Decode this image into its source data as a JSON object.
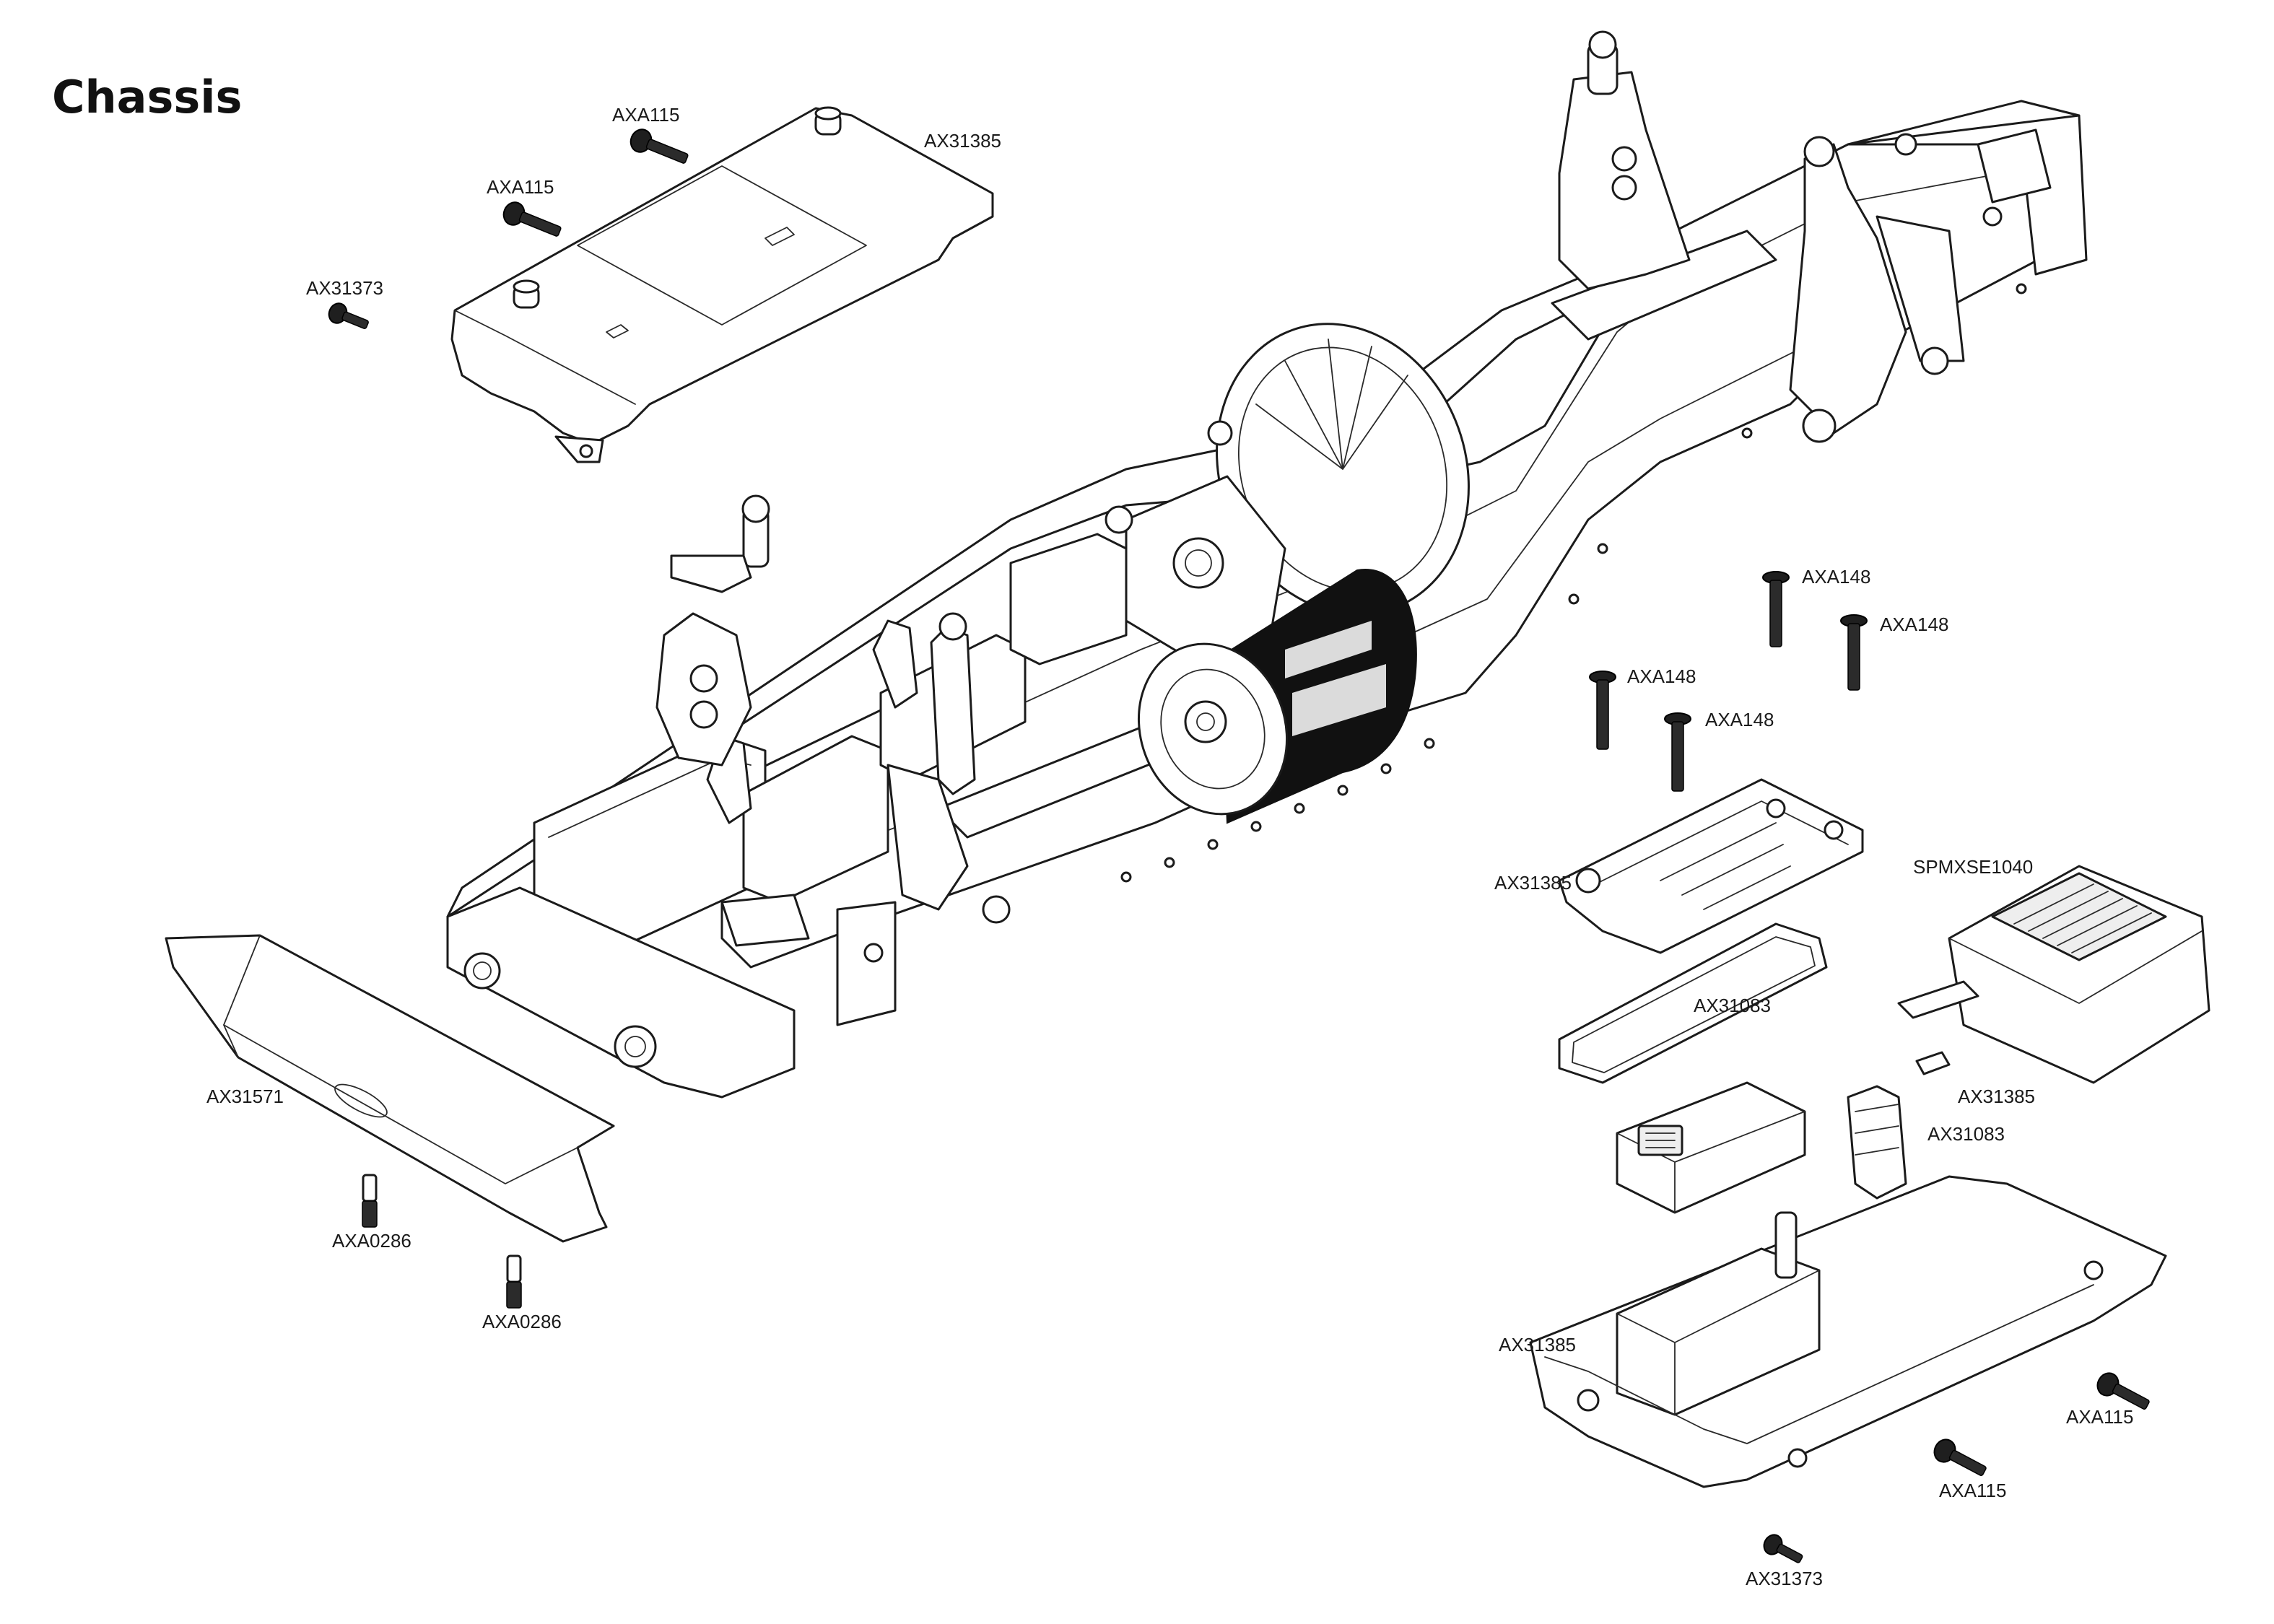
{
  "page": {
    "title": "Chassis"
  },
  "callouts": [
    {
      "id": "axa115-top-1",
      "text": "AXA115"
    },
    {
      "id": "axa115-top-2",
      "text": "AXA115"
    },
    {
      "id": "ax31385-top",
      "text": "AX31385"
    },
    {
      "id": "ax31373-top",
      "text": "AX31373"
    },
    {
      "id": "axa148-1",
      "text": "AXA148"
    },
    {
      "id": "axa148-2",
      "text": "AXA148"
    },
    {
      "id": "axa148-3",
      "text": "AXA148"
    },
    {
      "id": "axa148-4",
      "text": "AXA148"
    },
    {
      "id": "ax31385-cover",
      "text": "AX31385"
    },
    {
      "id": "spmxse1040",
      "text": "SPMXSE1040"
    },
    {
      "id": "ax31083-gasket",
      "text": "AX31083"
    },
    {
      "id": "ax31385-small",
      "text": "AX31385"
    },
    {
      "id": "ax31083-plug",
      "text": "AX31083"
    },
    {
      "id": "ax31571",
      "text": "AX31571"
    },
    {
      "id": "axa0286-1",
      "text": "AXA0286"
    },
    {
      "id": "axa0286-2",
      "text": "AXA0286"
    },
    {
      "id": "ax31385-tray",
      "text": "AX31385"
    },
    {
      "id": "axa115-bottom-1",
      "text": "AXA115"
    },
    {
      "id": "axa115-bottom-2",
      "text": "AXA115"
    },
    {
      "id": "ax31373-bottom",
      "text": "AX31373"
    }
  ],
  "icons": {
    "screw": "screw-icon",
    "motor": "motor-icon",
    "esc": "esc-icon",
    "receiver": "receiver-icon"
  },
  "colors": {
    "line": "#1b1b1b",
    "background": "#ffffff",
    "motor_wrap": "#111111"
  }
}
